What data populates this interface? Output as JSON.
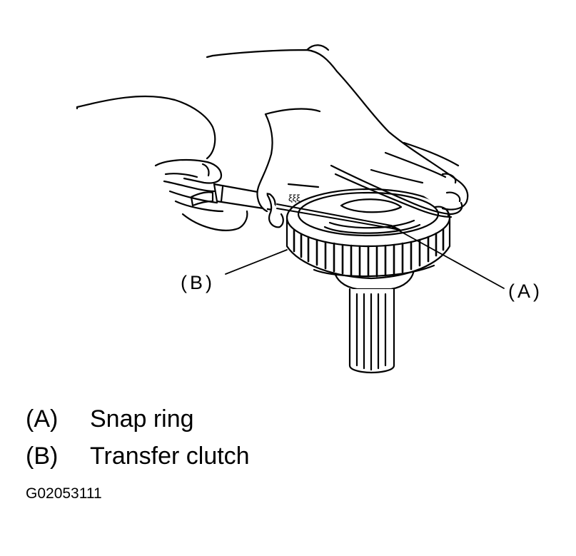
{
  "callouts": {
    "b": "(B)",
    "a": "(A)"
  },
  "legend": [
    {
      "key": "(A)",
      "label": "Snap ring"
    },
    {
      "key": "(B)",
      "label": "Transfer clutch"
    }
  ],
  "figure_code": "G02053111",
  "colors": {
    "ink": "#000000",
    "paper": "#ffffff"
  }
}
